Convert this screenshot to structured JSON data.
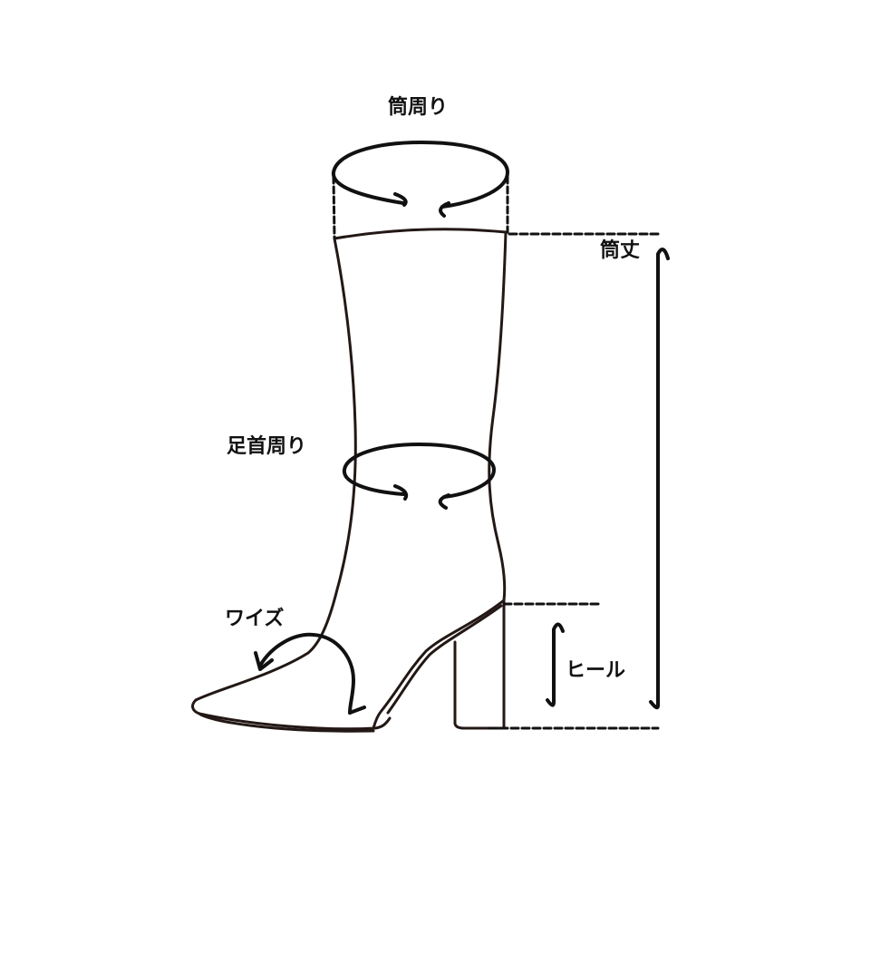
{
  "labels": {
    "top_circumference": "筒周り",
    "shaft_height": "筒丈",
    "ankle_circumference": "足首周り",
    "width": "ワイズ",
    "heel": "ヒール"
  },
  "colors": {
    "outline": "#231815",
    "measure": "#111111",
    "background": "#ffffff"
  }
}
